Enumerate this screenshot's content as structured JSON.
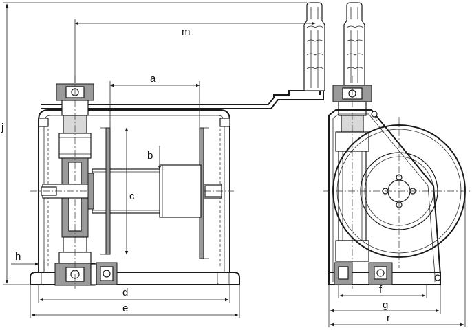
{
  "dimension_labels": {
    "a": "a",
    "b": "b",
    "c": "c",
    "d": "d",
    "e": "e",
    "f": "f",
    "g": "g",
    "h": "h",
    "j": "j",
    "m": "m",
    "r": "r"
  }
}
